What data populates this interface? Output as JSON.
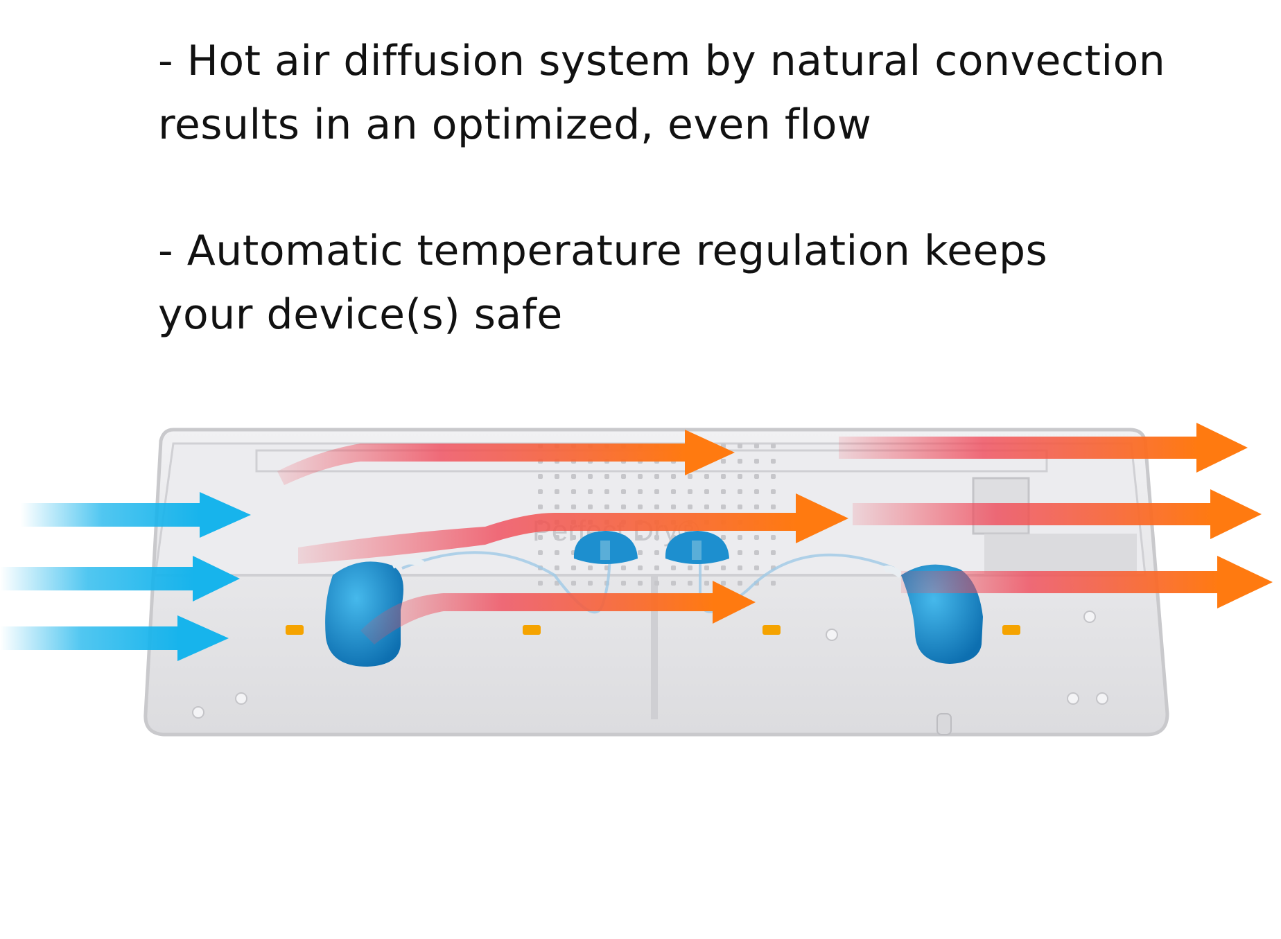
{
  "bullets": [
    {
      "line1": "- Hot air diffusion system by natural convection",
      "line2": "results in an optimized, even flow"
    },
    {
      "line1": "- Automatic temperature regulation keeps",
      "line2": "your device(s) safe"
    }
  ],
  "illustration": {
    "brand_label": "Perfect Dry®",
    "colors": {
      "cold_air": "#17b4ec",
      "hot_air_start": "#f04a5a",
      "hot_air_end": "#ff7a10",
      "device_blue": "#1a8fd0",
      "led_amber": "#f5a300",
      "case_fill": "#e6e6e8",
      "case_edge": "#c9c9cc"
    },
    "icons": [
      "dryer-case",
      "hearing-aid-left",
      "hearing-aid-right",
      "earbud-dome",
      "cold-air-arrow",
      "hot-air-arrow",
      "led-heater"
    ]
  }
}
